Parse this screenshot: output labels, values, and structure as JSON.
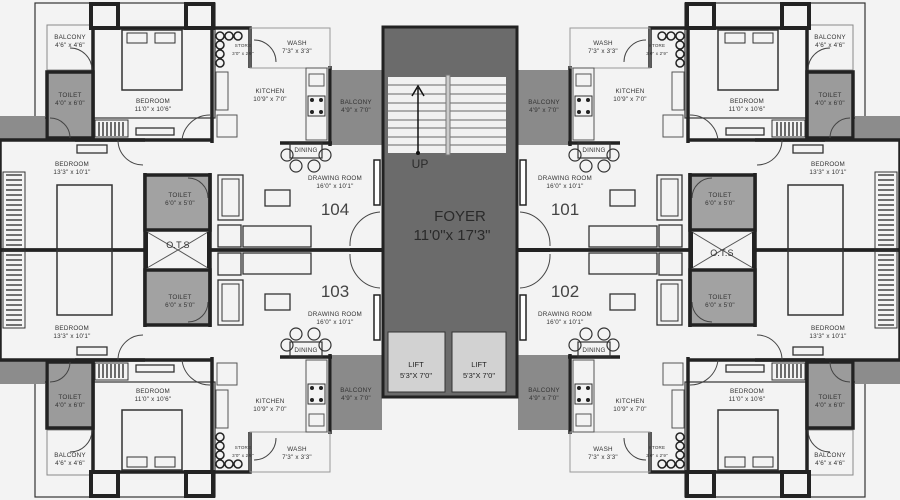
{
  "colors": {
    "wall": "#222222",
    "gray_fill": "#9a9a9a",
    "core_fill": "#6b6b6b",
    "background": "#f3f3f3"
  },
  "units": [
    {
      "number": "104",
      "rooms": {
        "balcony_small": {
          "name": "BALCONY",
          "dim": "4'6\" x 4'6\""
        },
        "toilet_small": {
          "name": "TOILET",
          "dim": "4'0\" x 6'0\""
        },
        "bedroom_master": {
          "name": "BEDROOM",
          "dim": "11'0\" x 10'6\""
        },
        "store": {
          "name": "STORE",
          "dim": "3'0\" x 2'9\""
        },
        "wash": {
          "name": "WASH",
          "dim": "7'3\" x 3'3\""
        },
        "kitchen": {
          "name": "KITCHEN",
          "dim": "10'9\" x 7'0\""
        },
        "balcony_kitchen": {
          "name": "BALCONY",
          "dim": "4'9\" x 7'0\""
        },
        "dining": {
          "name": "DINING",
          "dim": ""
        },
        "drawing_room": {
          "name": "DRAWING ROOM",
          "dim": "16'0\" x 10'1\""
        },
        "bedroom_second": {
          "name": "BEDROOM",
          "dim": "13'3\" x 10'1\""
        },
        "toilet_common": {
          "name": "TOILET",
          "dim": "6'0\" x 5'0\""
        }
      }
    },
    {
      "number": "101",
      "rooms": {
        "balcony_small": {
          "name": "BALCONY",
          "dim": "4'6\" x 4'6\""
        },
        "toilet_small": {
          "name": "TOILET",
          "dim": "4'0\" x 6'0\""
        },
        "bedroom_master": {
          "name": "BEDROOM",
          "dim": "11'0\" x 10'6\""
        },
        "store": {
          "name": "STORE",
          "dim": "3'0\" x 2'9\""
        },
        "wash": {
          "name": "WASH",
          "dim": "7'3\" x 3'3\""
        },
        "kitchen": {
          "name": "KITCHEN",
          "dim": "10'9\" x 7'0\""
        },
        "balcony_kitchen": {
          "name": "BALCONY",
          "dim": "4'9\" x 7'0\""
        },
        "dining": {
          "name": "DINING",
          "dim": ""
        },
        "drawing_room": {
          "name": "DRAWING ROOM",
          "dim": "16'0\" x 10'1\""
        },
        "bedroom_second": {
          "name": "BEDROOM",
          "dim": "13'3\" x 10'1\""
        },
        "toilet_common": {
          "name": "TOILET",
          "dim": "6'0\" x 5'0\""
        }
      }
    },
    {
      "number": "103",
      "rooms": {
        "balcony_small": {
          "name": "BALCONY",
          "dim": "4'6\" x 4'6\""
        },
        "toilet_small": {
          "name": "TOILET",
          "dim": "4'0\" x 6'0\""
        },
        "bedroom_master": {
          "name": "BEDROOM",
          "dim": "11'0\" x 10'6\""
        },
        "store": {
          "name": "STORE",
          "dim": "3'0\" x 2'9\""
        },
        "wash": {
          "name": "WASH",
          "dim": "7'3\" x 3'3\""
        },
        "kitchen": {
          "name": "KITCHEN",
          "dim": "10'9\" x 7'0\""
        },
        "balcony_kitchen": {
          "name": "BALCONY",
          "dim": "4'9\" x 7'0\""
        },
        "dining": {
          "name": "DINING",
          "dim": ""
        },
        "drawing_room": {
          "name": "DRAWING ROOM",
          "dim": "16'0\" x 10'1\""
        },
        "bedroom_second": {
          "name": "BEDROOM",
          "dim": "13'3\" x 10'1\""
        },
        "toilet_common": {
          "name": "TOILET",
          "dim": "6'0\" x 5'0\""
        }
      }
    },
    {
      "number": "102",
      "rooms": {
        "balcony_small": {
          "name": "BALCONY",
          "dim": "4'6\" x 4'6\""
        },
        "toilet_small": {
          "name": "TOILET",
          "dim": "4'0\" x 6'0\""
        },
        "bedroom_master": {
          "name": "BEDROOM",
          "dim": "11'0\" x 10'6\""
        },
        "store": {
          "name": "STORE",
          "dim": "3'0\" x 2'9\""
        },
        "wash": {
          "name": "WASH",
          "dim": "7'3\" x 3'3\""
        },
        "kitchen": {
          "name": "KITCHEN",
          "dim": "10'9\" x 7'0\""
        },
        "balcony_kitchen": {
          "name": "BALCONY",
          "dim": "4'9\" x 7'0\""
        },
        "dining": {
          "name": "DINING",
          "dim": ""
        },
        "drawing_room": {
          "name": "DRAWING ROOM",
          "dim": "16'0\" x 10'1\""
        },
        "bedroom_second": {
          "name": "BEDROOM",
          "dim": "13'3\" x 10'1\""
        },
        "toilet_common": {
          "name": "TOILET",
          "dim": "6'0\" x 5'0\""
        }
      }
    }
  ],
  "shafts": [
    "O.T.S",
    "O.T.S"
  ],
  "core": {
    "stair_label": "UP",
    "foyer_name": "FOYER",
    "foyer_dim": "11'0\"x 17'3\"",
    "lifts": [
      {
        "name": "LIFT",
        "dim": "5'3\"X 7'0\""
      },
      {
        "name": "LIFT",
        "dim": "5'3\"X 7'0\""
      }
    ]
  }
}
